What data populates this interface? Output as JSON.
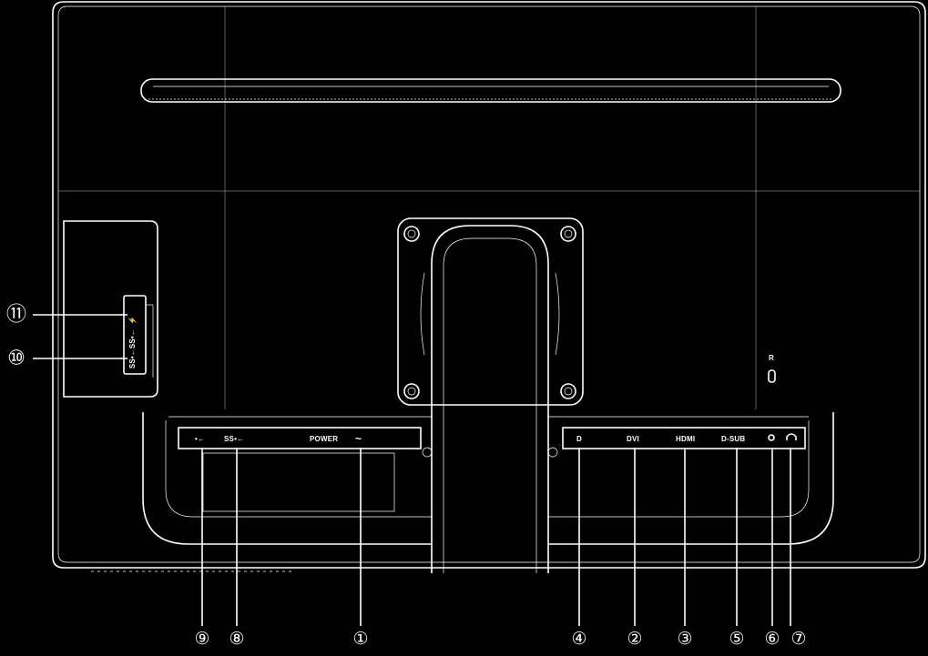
{
  "port_labels": {
    "power": "POWER",
    "power_symbol": "~",
    "dp": "D",
    "dvi": "DVI",
    "hdmi": "HDMI",
    "dsub": "D-SUB",
    "usb2_symbol": "•←",
    "usb3_symbol": "SS•←",
    "lock_symbol": "R"
  },
  "callouts": {
    "c1": "①",
    "c2": "②",
    "c3": "③",
    "c4": "④",
    "c5": "⑤",
    "c6": "⑥",
    "c7": "⑦",
    "c8": "⑧",
    "c9": "⑨",
    "c10": "⑩",
    "c11": "⑪"
  },
  "colors": {
    "background": "#000000",
    "line": "#ffffff"
  }
}
